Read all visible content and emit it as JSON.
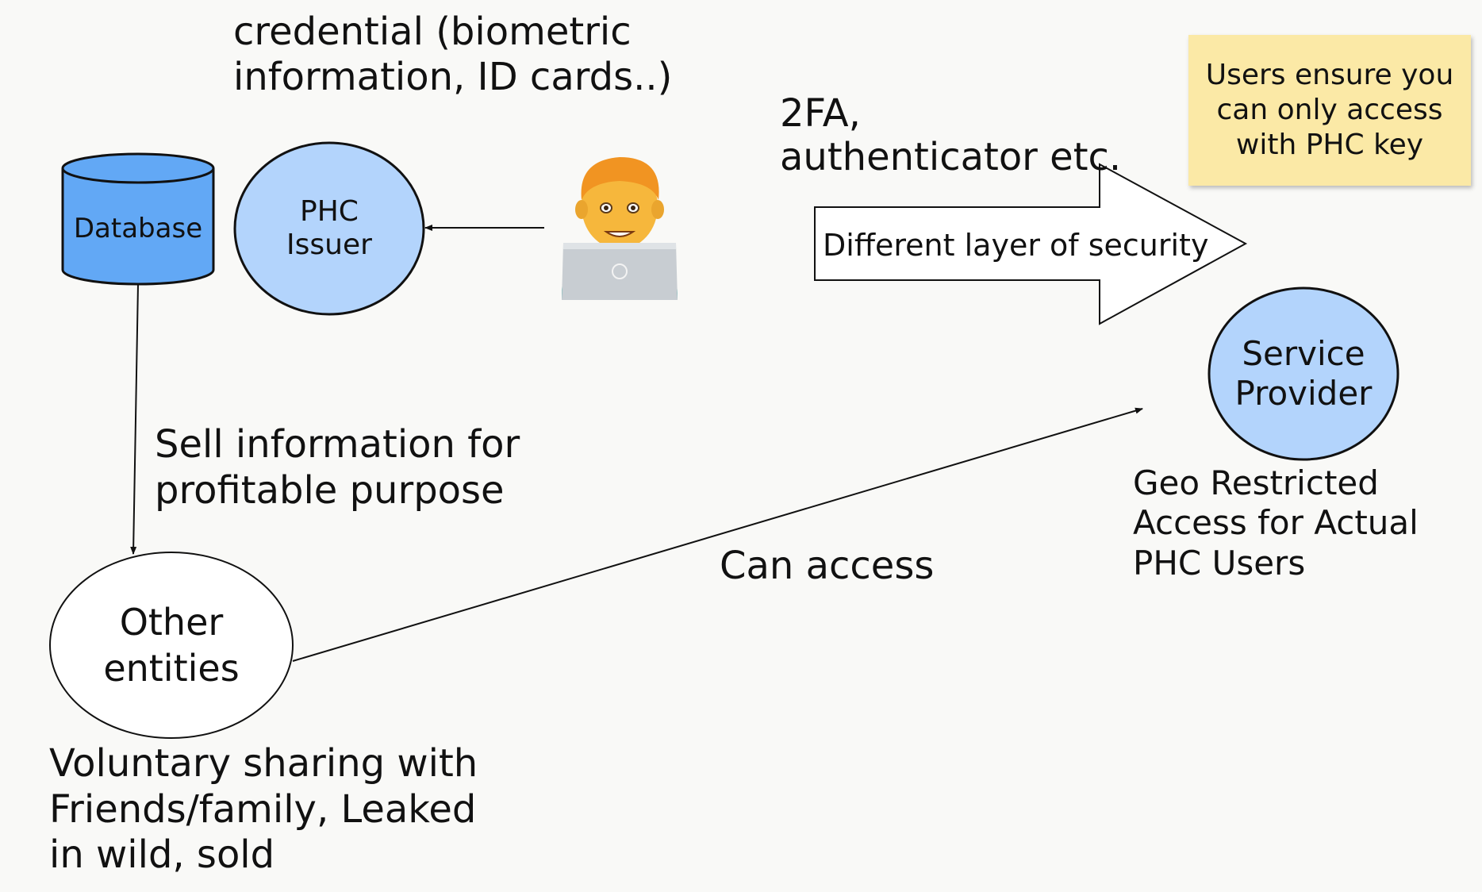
{
  "nodes": {
    "database": "Database",
    "phc_issuer": "PHC\nIssuer",
    "service_provider": "Service\nProvider",
    "other_entities": "Other\nentities",
    "security_arrow": "Different layer of security"
  },
  "labels": {
    "credential": "credential (biometric\ninformation, ID cards..)",
    "twofa": "2FA,\nauthenticator etc.",
    "sell_info": "Sell information for\nprofitable purpose",
    "can_access": "Can access",
    "geo_restricted": "Geo Restricted\nAccess for Actual\nPHC Users",
    "voluntary_sharing": "Voluntary sharing with\nFriends/family, Leaked\nin wild, sold"
  },
  "sticky_note": "Users ensure you\ncan only access\nwith PHC key",
  "colors": {
    "node_fill": "#b3d4fc",
    "database_fill": "#62a8f5",
    "sticky_fill": "#fbe9a6",
    "stroke": "#111111"
  }
}
